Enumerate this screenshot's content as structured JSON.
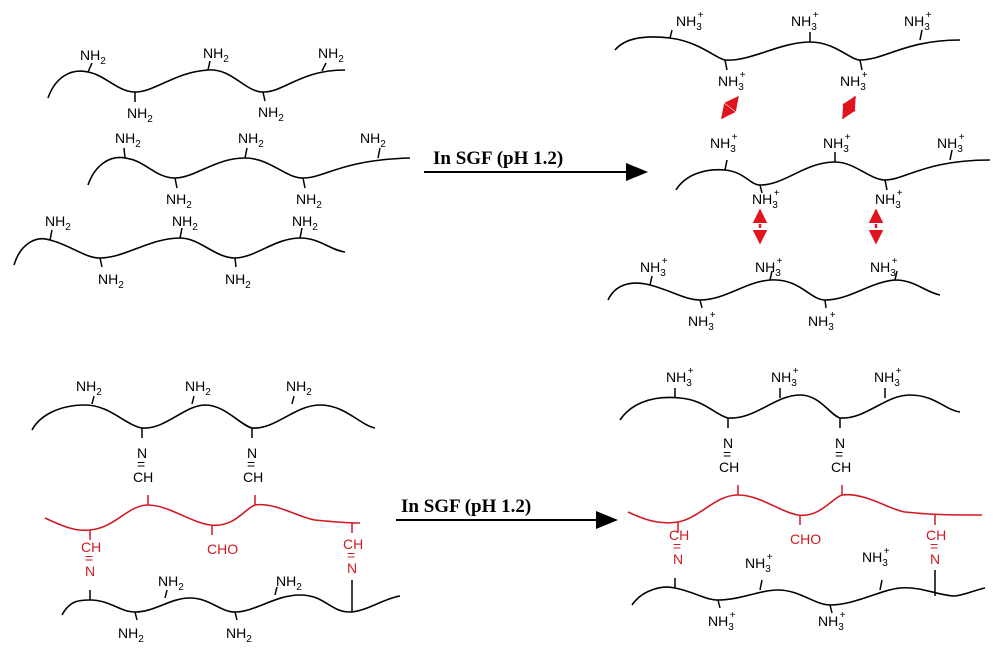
{
  "arrow_label_top": "In SGF (pH 1.2)",
  "arrow_label_bottom": "In SGF (pH 1.2)",
  "groups": {
    "amine": "NH",
    "amine_sub": "2",
    "ammonium": "NH",
    "ammonium_sub": "3",
    "ammonium_sup": "+",
    "imine_n": "N",
    "imine_ch": "CH",
    "aldehyde": "CHO"
  },
  "colors": {
    "chain": "#000000",
    "crosslinker": "#d01a24",
    "repulsion_arrow": "#e0141e"
  }
}
